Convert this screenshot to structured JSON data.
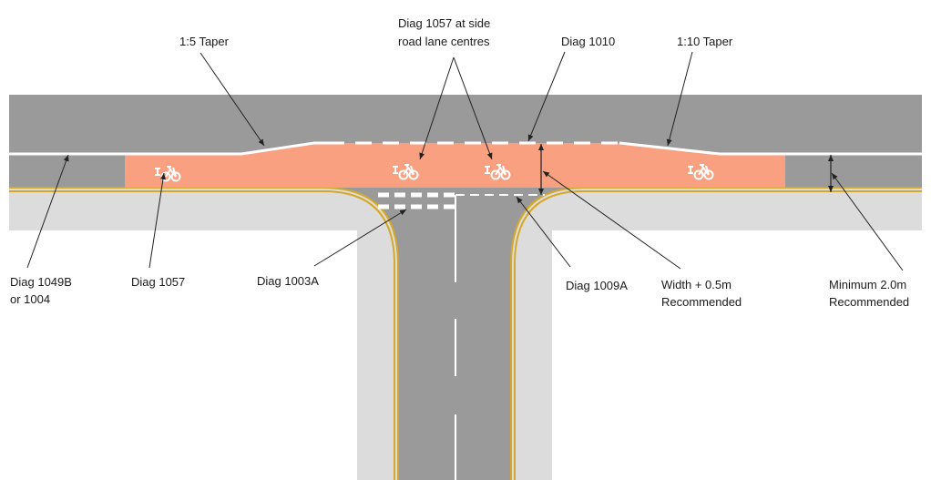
{
  "title": "Cycle lane through priority T-junction layout",
  "colors": {
    "carriageway": "#9a9a9a",
    "footway": "#dcdcdc",
    "cycle_lane": "#f9a081",
    "kerb_line": "#d4a82a",
    "marking": "#ffffff",
    "leader": "#222222"
  },
  "labels": {
    "taper_left": "1:5 Taper",
    "diag_1057_side_line1": "Diag 1057 at side",
    "diag_1057_side_line2": "road lane centres",
    "diag_1010": "Diag 1010",
    "taper_right": "1:10 Taper",
    "diag_1049b_line1": "Diag 1049B",
    "diag_1049b_line2": "or 1004",
    "diag_1057": "Diag 1057",
    "diag_1003a": "Diag 1003A",
    "diag_1009a": "Diag 1009A",
    "width_line1": "Width + 0.5m",
    "width_line2": "Recommended",
    "minimum_line1": "Minimum 2.0m",
    "minimum_line2": "Recommended"
  },
  "symbols": {
    "cycle_symbol_icon": "bicycle-icon"
  }
}
